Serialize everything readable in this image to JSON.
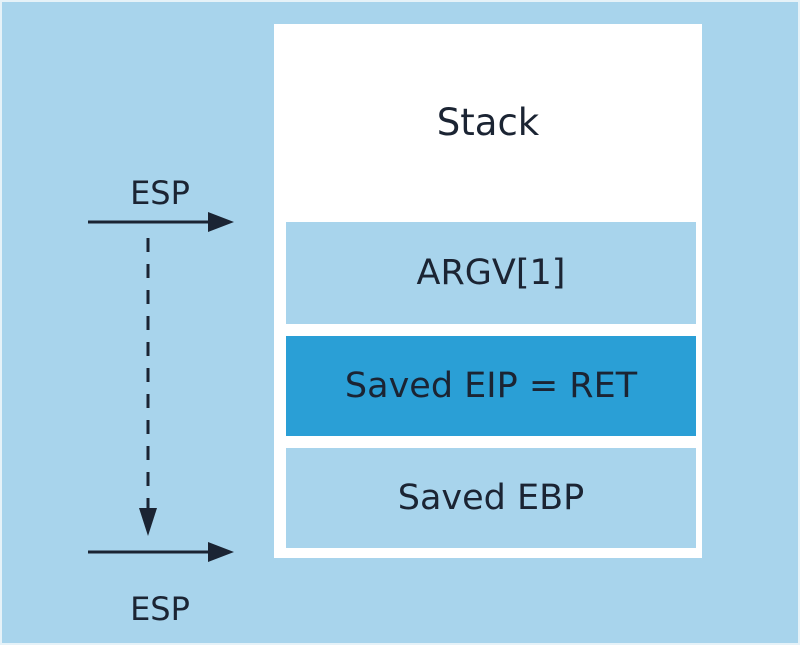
{
  "diagram": {
    "stack_title": "Stack",
    "frames": [
      {
        "label": "ARGV[1]"
      },
      {
        "label": "Saved EIP = RET",
        "highlight_color": "#2a9fd6"
      },
      {
        "label": "Saved EBP"
      }
    ],
    "esp_top_label": "ESP",
    "esp_bottom_label": "ESP"
  },
  "colors": {
    "background": "#a8d4ec",
    "stack_background": "#ffffff",
    "highlight": "#2a9fd6",
    "text": "#1b2433"
  }
}
